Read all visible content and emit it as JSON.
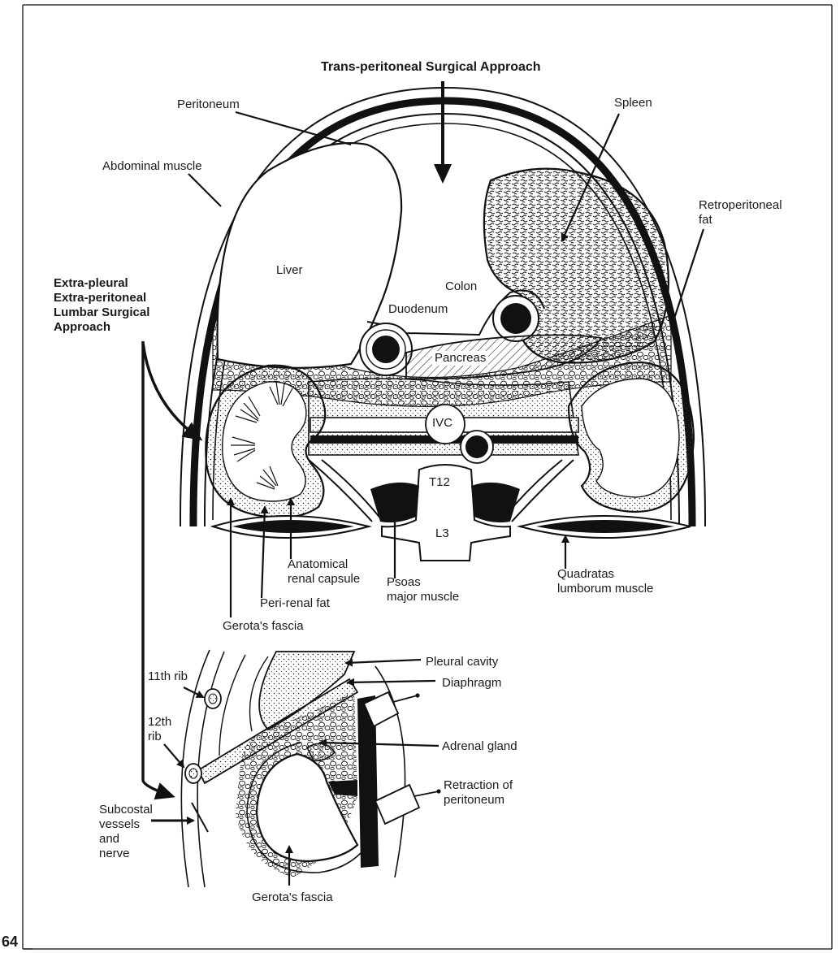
{
  "figure": {
    "main_title": "Trans-peritoneal Surgical Approach",
    "page_number": "64",
    "upper_labels": {
      "peritoneum": "Peritoneum",
      "spleen": "Spleen",
      "abdominal_muscle": "Abdominal muscle",
      "retroperitoneal_fat": "Retroperitoneal\nfat",
      "extra_pleural_approach": "Extra-pleural\nExtra-peritoneal\nLumbar Surgical\nApproach",
      "liver": "Liver",
      "colon": "Colon",
      "duodenum": "Duodenum",
      "pancreas": "Pancreas",
      "ivc": "IVC",
      "t12": "T12",
      "l3": "L3",
      "anatomical_renal_capsule": "Anatomical\nrenal capsule",
      "psoas_major_muscle": "Psoas\nmajor muscle",
      "quadratas_lumborum_muscle": "Quadratas\nlumborum muscle",
      "peri_renal_fat": "Peri-renal fat",
      "gerotas_fascia_upper": "Gerota's fascia"
    },
    "lower_labels": {
      "pleural_cavity": "Pleural cavity",
      "diaphragm": "Diaphragm",
      "rib_11": "11th rib",
      "rib_12": "12th\nrib",
      "adrenal_gland": "Adrenal gland",
      "retraction_of_peritoneum": "Retraction of\nperitoneum",
      "subcostal_vessels": "Subcostal\nvessels\nand\nnerve",
      "gerotas_fascia_lower": "Gerota's fascia"
    }
  }
}
